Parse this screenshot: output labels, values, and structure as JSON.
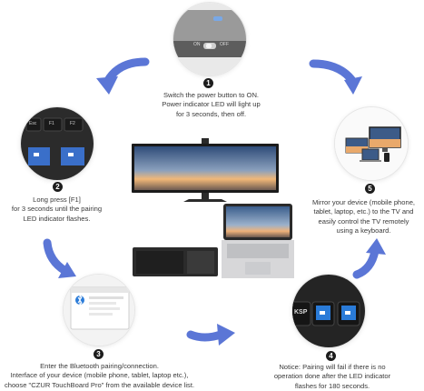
{
  "steps": [
    {
      "num": "1",
      "line1": "Switch the power button to ON.",
      "line2": "Power indicator LED will light up",
      "line3": "for 3 seconds, then off."
    },
    {
      "num": "2",
      "line1": "Long press [F1]",
      "line2": "for 3 seconds until the pairing",
      "line3": "LED indicator flashes."
    },
    {
      "num": "3",
      "line1": "Enter the Bluetooth pairing/connection.",
      "line2": "Interface of your device (mobile phone, tablet, laptop etc.),",
      "line3": "choose \"CZUR TouchBoard Pro\" from the available device list."
    },
    {
      "num": "4",
      "line1": "Notice: Pairing will fail if there is no",
      "line2": "operation done after the LED indicator",
      "line3": "flashes for 180 seconds."
    },
    {
      "num": "5",
      "line1": "Mirror your device (mobile phone,",
      "line2": "tablet, laptop, etc.) to the TV and",
      "line3": "easily control the TV remotely",
      "line4": "using a keyboard."
    }
  ],
  "labels": {
    "switch_on": "ON",
    "switch_off": "OFF",
    "key_esc": "Esc",
    "key_f1": "F1",
    "key_f2": "F2",
    "key_bksp": "KSP"
  },
  "colors": {
    "arrow": "#5b76d6",
    "badge": "#1d1d1d",
    "sunset_top": "#3d5a86",
    "sunset_glow": "#f1b878",
    "led_blue": "#2a7bd8"
  },
  "icons": [
    "arrow-icon",
    "bluetooth-icon",
    "keyboard-icon",
    "monitor-icon",
    "laptop-icon"
  ]
}
